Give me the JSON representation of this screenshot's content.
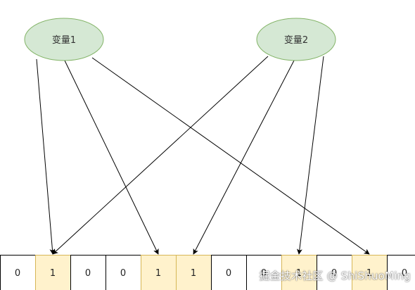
{
  "nodes": [
    {
      "label": "变量1"
    },
    {
      "label": "变量2"
    }
  ],
  "bit_array": {
    "cells": [
      {
        "value": "0",
        "highlighted": false
      },
      {
        "value": "1",
        "highlighted": true
      },
      {
        "value": "0",
        "highlighted": false
      },
      {
        "value": "0",
        "highlighted": false
      },
      {
        "value": "1",
        "highlighted": true
      },
      {
        "value": "1",
        "highlighted": true
      },
      {
        "value": "0",
        "highlighted": false
      },
      {
        "value": "0",
        "highlighted": false
      },
      {
        "value": "1",
        "highlighted": true
      },
      {
        "value": "0",
        "highlighted": false
      },
      {
        "value": "1",
        "highlighted": true
      },
      {
        "value": "0",
        "highlighted": false
      }
    ]
  },
  "edges": [
    {
      "from": "变量1",
      "to_cell": 1
    },
    {
      "from": "变量1",
      "to_cell": 4
    },
    {
      "from": "变量1",
      "to_cell": 10
    },
    {
      "from": "变量2",
      "to_cell": 1
    },
    {
      "from": "变量2",
      "to_cell": 5
    },
    {
      "from": "变量2",
      "to_cell": 8
    }
  ],
  "colors": {
    "node_fill": "#d5e8d4",
    "node_stroke": "#82b366",
    "cell_highlight": "#fff2cc",
    "cell_highlight_stroke": "#d6b656",
    "cell_stroke": "#000000",
    "arrow": "#000000"
  },
  "watermark": "掘金技术社区 @ ShiShuoMing"
}
